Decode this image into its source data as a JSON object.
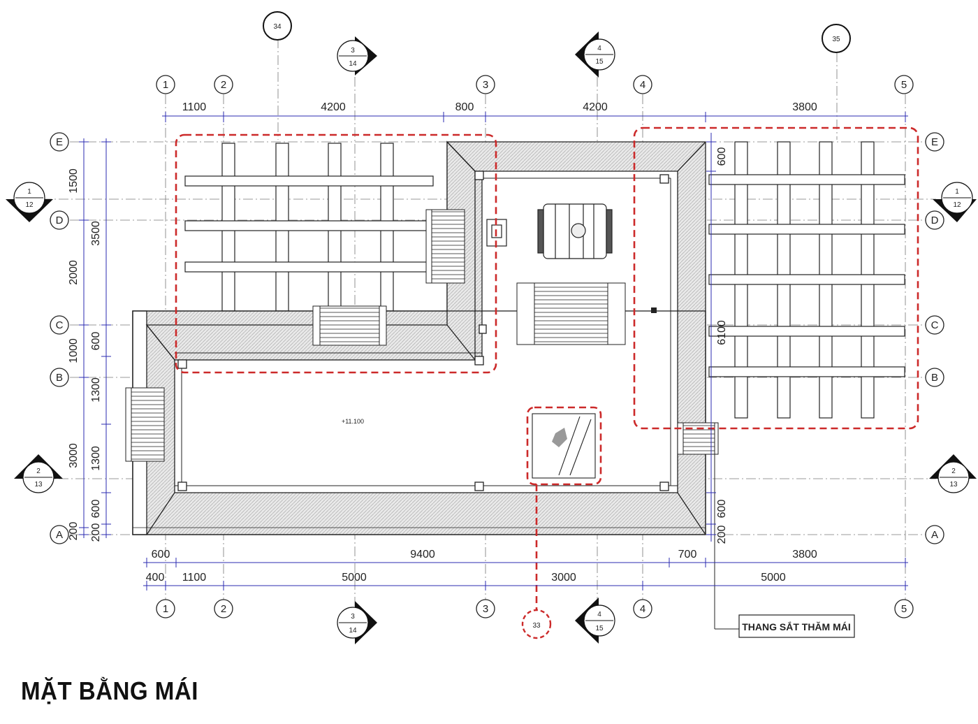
{
  "title": "MẶT BẰNG MÁI",
  "note_label": "THANG SẮT THĂM MÁI",
  "level_mark": "+11.100",
  "callouts": {
    "c34": "34",
    "c35": "35",
    "c33": "33"
  },
  "section_marks": {
    "s3": {
      "top": "3",
      "bottom": "14"
    },
    "s4": {
      "top": "4",
      "bottom": "15"
    },
    "s1": {
      "top": "1",
      "bottom": "12"
    },
    "s2": {
      "top": "2",
      "bottom": "13"
    }
  },
  "grid_columns": [
    "1",
    "2",
    "3",
    "4",
    "5"
  ],
  "grid_rows": [
    "E",
    "D",
    "C",
    "B",
    "A"
  ],
  "dims_top": [
    "1100",
    "4200",
    "800",
    "4200",
    "3800"
  ],
  "dims_bottom_1": [
    "600",
    "9400",
    "700",
    "3800"
  ],
  "dims_bottom_2": [
    "400",
    "1100",
    "5000",
    "3000",
    "5000"
  ],
  "dims_left_outer": [
    "1500",
    "2000",
    "1000",
    "3000",
    "200"
  ],
  "dims_left_inner": [
    "3500",
    "600",
    "1300",
    "1300",
    "600",
    "200"
  ],
  "dims_right_inner": [
    "600",
    "6100",
    "600",
    "200"
  ],
  "colors": {
    "line": "#1a1a1a",
    "dimension": "#2b2bb0",
    "highlight": "#cc2a2a",
    "roof_hatch": "#9a9a9a"
  }
}
